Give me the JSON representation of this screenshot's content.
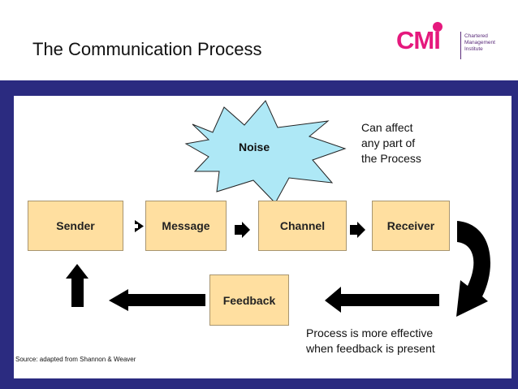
{
  "slide": {
    "title": "The Communication Process",
    "source": "Source: adapted from Shannon & Weaver"
  },
  "logo": {
    "mark": "CMI",
    "line1": "Chartered",
    "line2": "Management",
    "line3": "Institute"
  },
  "diagram": {
    "noise": "Noise",
    "noise_note": [
      "Can affect",
      "any part of",
      "the Process"
    ],
    "sender": "Sender",
    "message": "Message",
    "channel": "Channel",
    "receiver": "Receiver",
    "feedback": "Feedback",
    "feedback_note": [
      "Process is more effective",
      "when feedback is present"
    ]
  },
  "colors": {
    "band": "#2b2b80",
    "box_fill": "#ffdfa0",
    "noise_fill": "#aee8f6",
    "logo_pink": "#e5197d",
    "logo_purple": "#5b2c7a"
  }
}
